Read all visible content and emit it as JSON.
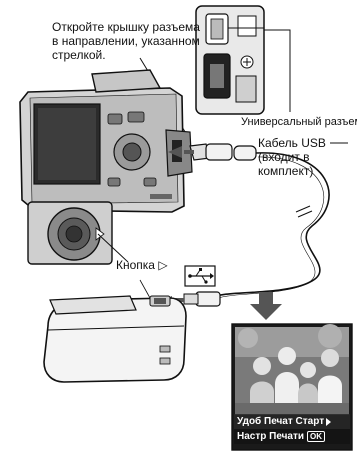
{
  "labels": {
    "cover_instruction": [
      "Откройте крышку разъема",
      "в направлении, указанном",
      "стрелкой."
    ],
    "multi_connector": "Универсальный разъем",
    "usb_cable": [
      "Кабель USB",
      "(входит в",
      "комплект)"
    ],
    "button": "Кнопка",
    "button_symbol": "▷"
  },
  "screen_menu": {
    "easy_print_start": "Удоб Печат Старт",
    "print_settings": "Настр Печати",
    "ok_badge": "OK"
  },
  "icons": {
    "usb_symbol": "usb-icon",
    "arrow_down": "arrow-down-icon",
    "arrow_left": "arrow-left-icon"
  },
  "colors": {
    "line_art": "#111111",
    "camera_body": "#c8c8c8",
    "arrow_gray": "#555555"
  }
}
